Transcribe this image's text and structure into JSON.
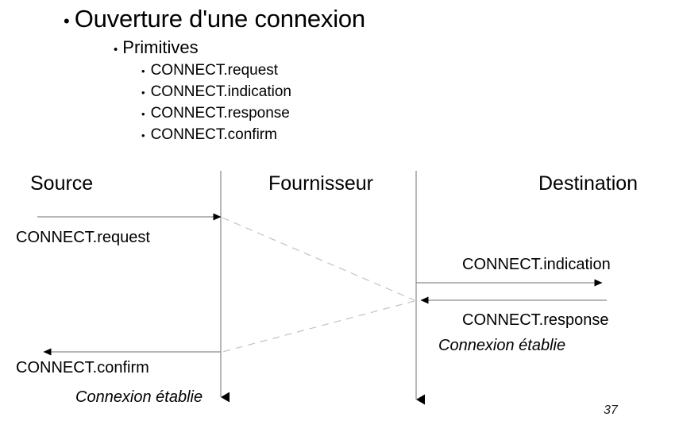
{
  "slide": {
    "page_number": "37",
    "title": "Ouverture d'une connexion",
    "bullets": {
      "level1": {
        "marker": "•",
        "text": "Ouverture d'une connexion"
      },
      "level2": {
        "marker": "•",
        "text": "Primitives"
      },
      "level3": [
        {
          "marker": "•",
          "text": "CONNECT.request"
        },
        {
          "marker": "•",
          "text": "CONNECT.indication"
        },
        {
          "marker": "•",
          "text": "CONNECT.response"
        },
        {
          "marker": "•",
          "text": "CONNECT.confirm"
        }
      ]
    },
    "diagram": {
      "columns": [
        {
          "label": "Source"
        },
        {
          "label": "Fournisseur"
        },
        {
          "label": "Destination"
        }
      ],
      "messages": [
        {
          "label": "CONNECT.request",
          "style": "normal",
          "direction": "right"
        },
        {
          "label": "CONNECT.indication",
          "style": "normal",
          "direction": "right"
        },
        {
          "label": "CONNECT.response",
          "style": "normal",
          "direction": "left"
        },
        {
          "label": "Connexion établie",
          "style": "italic",
          "side": "destination"
        },
        {
          "label": "CONNECT.confirm",
          "style": "normal",
          "direction": "left"
        },
        {
          "label": "Connexion établie",
          "style": "italic",
          "side": "source"
        }
      ],
      "colors": {
        "lifeline": "#999999",
        "arrow": "#000000",
        "solid_line": "#8a8a8a",
        "dashed_line": "#b0b0b0",
        "text": "#000000"
      }
    }
  }
}
